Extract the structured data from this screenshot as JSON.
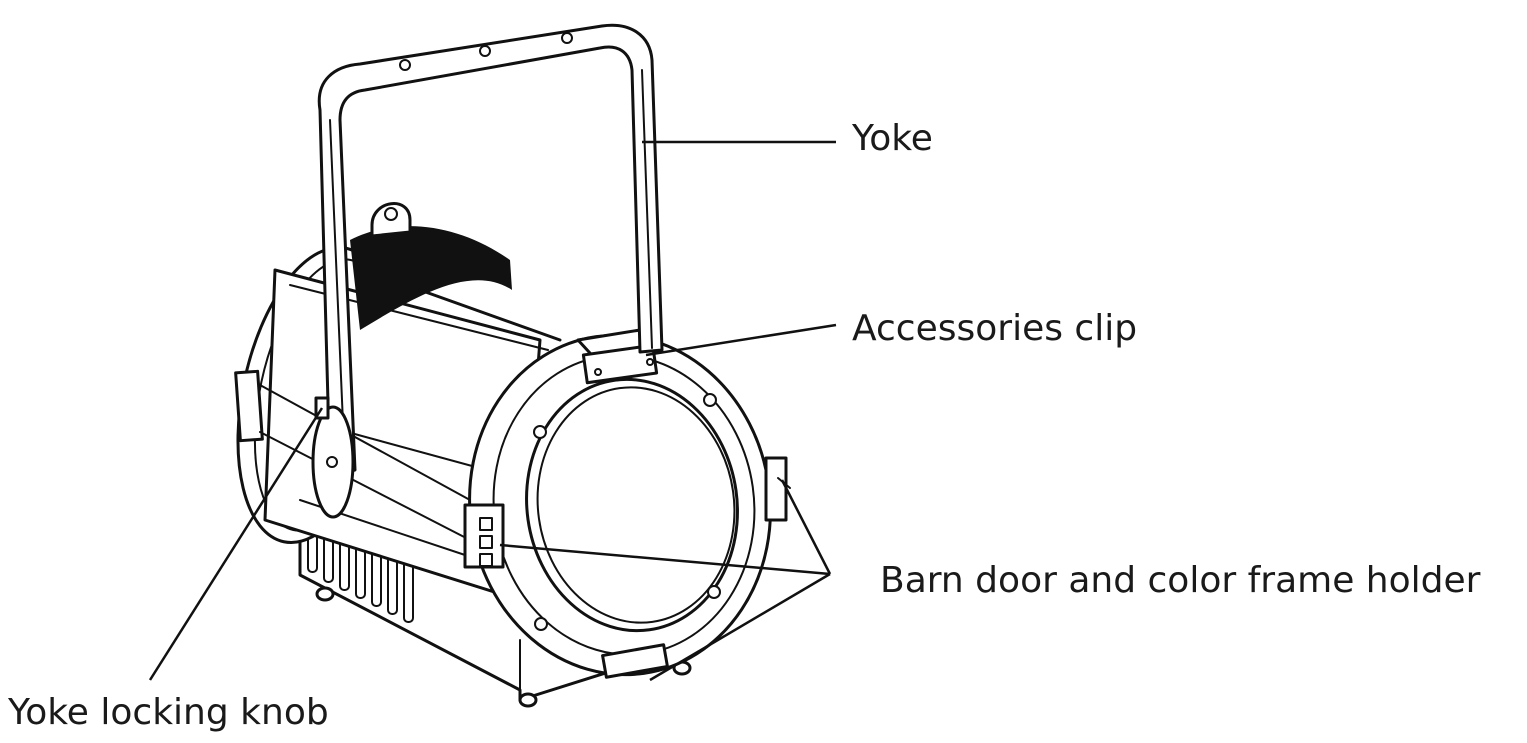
{
  "labels": {
    "yoke": "Yoke",
    "accessories_clip": "Accessories clip",
    "barn_door_holder": "Barn door and color frame holder",
    "yoke_locking_knob": "Yoke locking knob"
  },
  "colors": {
    "line": "#111111",
    "background": "#ffffff"
  }
}
